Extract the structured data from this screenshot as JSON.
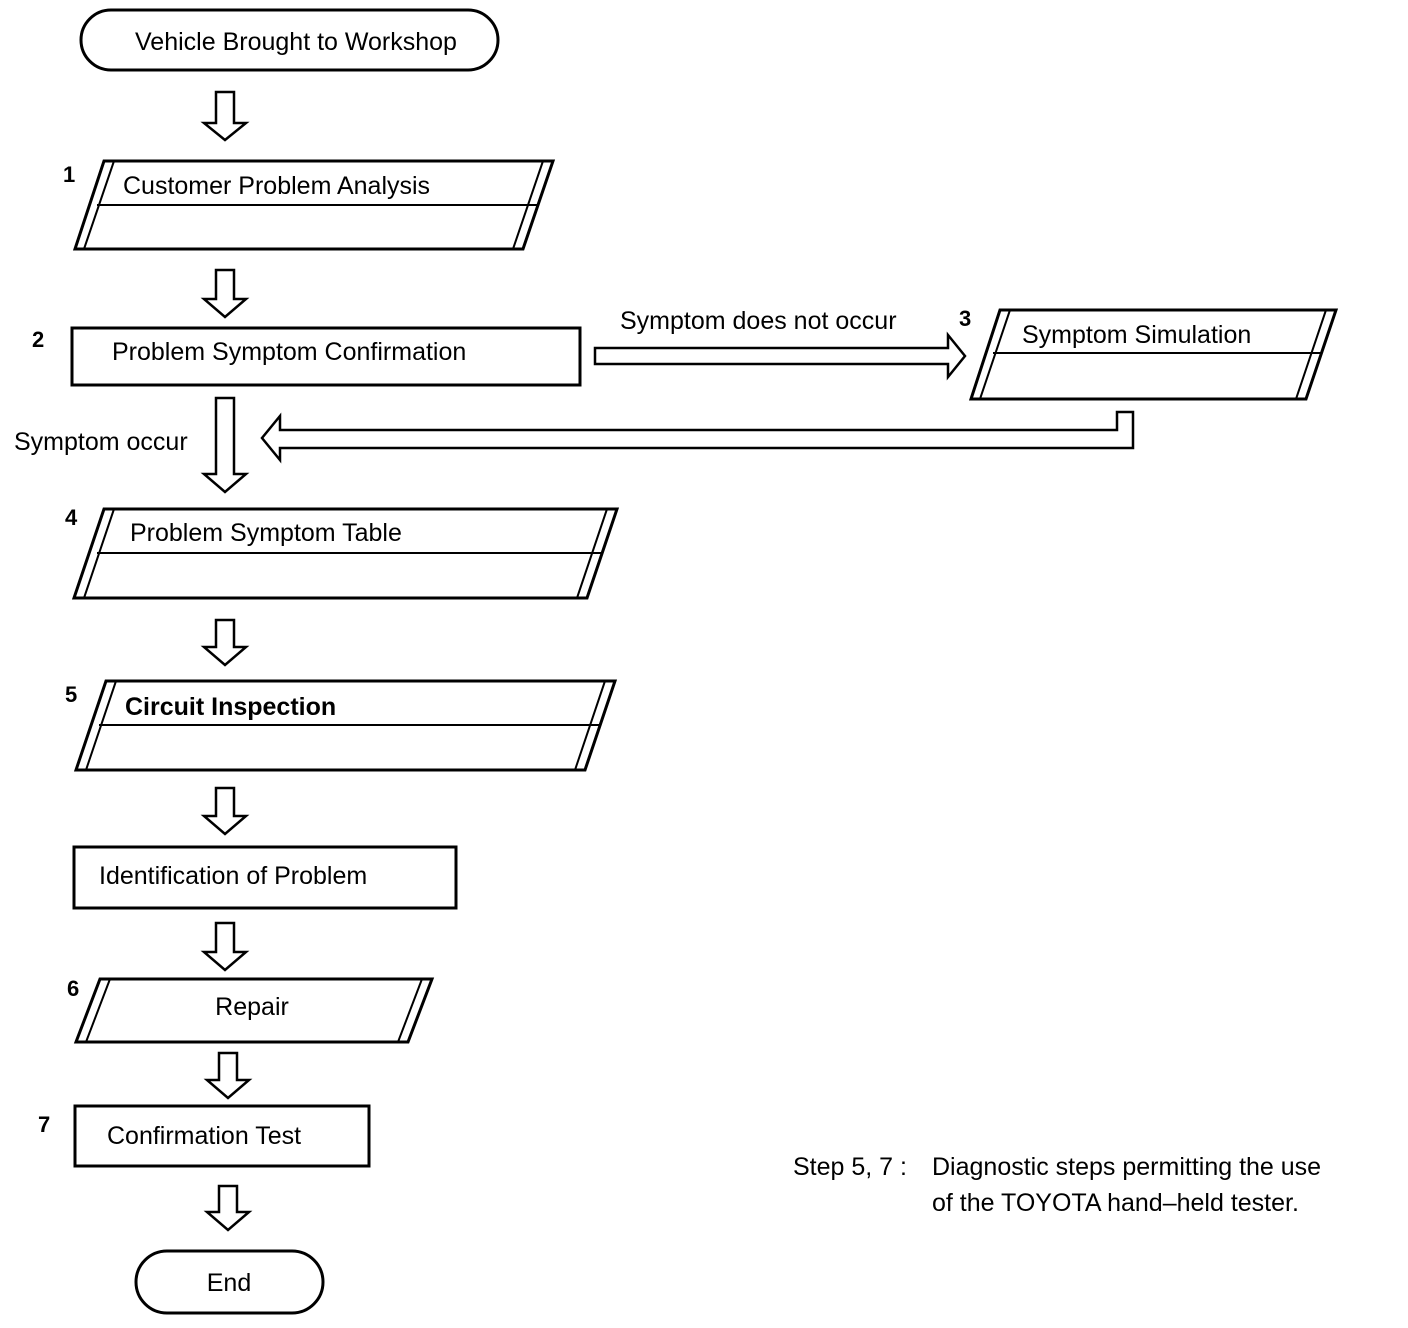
{
  "diagram": {
    "start": "Vehicle Brought to Workshop",
    "steps": {
      "s1": {
        "number": "1",
        "label": "Customer Problem Analysis"
      },
      "s2": {
        "number": "2",
        "label": "Problem Symptom Confirmation"
      },
      "s3": {
        "number": "3",
        "label": "Symptom Simulation"
      },
      "s4": {
        "number": "4",
        "label": "Problem Symptom Table"
      },
      "s5": {
        "number": "5",
        "label": "Circuit Inspection"
      },
      "identification": {
        "label": "Identification of Problem"
      },
      "s6": {
        "number": "6",
        "label": "Repair"
      },
      "s7": {
        "number": "7",
        "label": "Confirmation Test"
      }
    },
    "end": "End",
    "branches": {
      "not_occur": "Symptom does not occur",
      "occur": "Symptom occur"
    },
    "note": {
      "prefix": "Step 5, 7 :",
      "line1": "Diagnostic steps permitting the use",
      "line2": "of the TOYOTA hand–held tester."
    }
  }
}
